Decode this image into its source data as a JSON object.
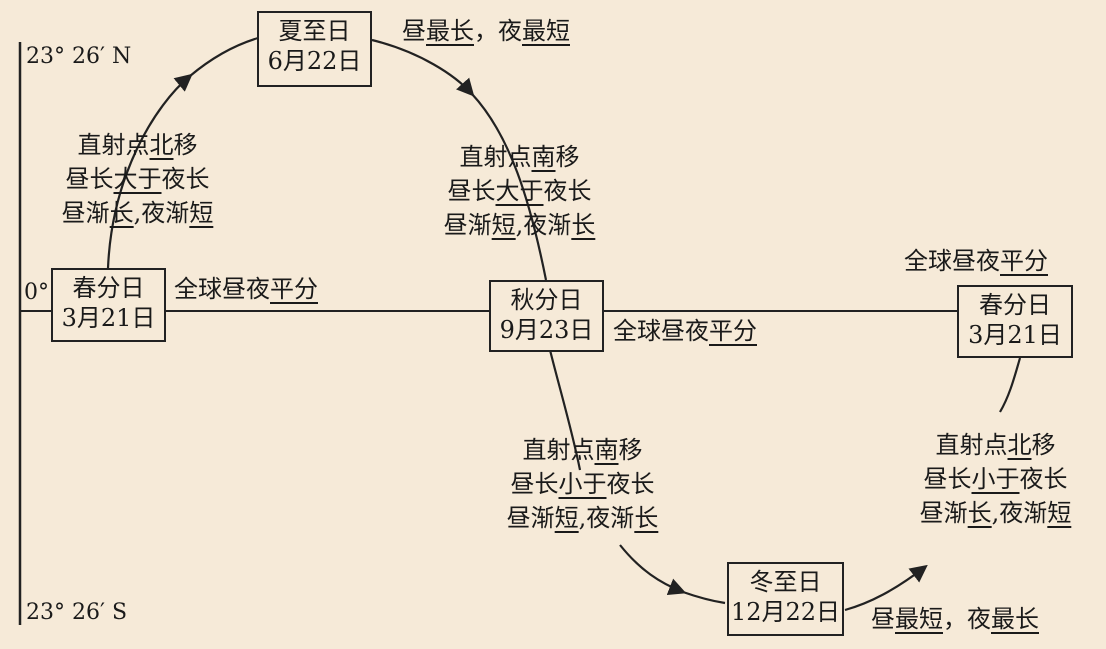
{
  "lat_labels": {
    "north": "23° 26′ N",
    "equator": "0°",
    "south": "23° 26′ S"
  },
  "nodes": {
    "spring_left": {
      "name": "春分日",
      "date": "3月21日"
    },
    "summer": {
      "name": "夏至日",
      "date": "6月22日"
    },
    "autumn": {
      "name": "秋分日",
      "date": "9月23日"
    },
    "winter": {
      "name": "冬至日",
      "date": "12月22日"
    },
    "spring_right": {
      "name": "春分日",
      "date": "3月21日"
    }
  },
  "phases": {
    "spring_to_summer": [
      [
        [
          "直射点",
          false
        ],
        [
          "北",
          true
        ],
        [
          "移",
          false
        ]
      ],
      [
        [
          "昼长",
          false
        ],
        [
          "大于",
          true
        ],
        [
          "夜长",
          false
        ]
      ],
      [
        [
          "昼渐",
          false
        ],
        [
          "长",
          true
        ],
        [
          ",夜渐",
          false
        ],
        [
          "短",
          true
        ]
      ]
    ],
    "summer_to_autumn": [
      [
        [
          "直射点",
          false
        ],
        [
          "南",
          true
        ],
        [
          "移",
          false
        ]
      ],
      [
        [
          "昼长",
          false
        ],
        [
          "大于",
          true
        ],
        [
          "夜长",
          false
        ]
      ],
      [
        [
          "昼渐",
          false
        ],
        [
          "短",
          true
        ],
        [
          ",夜渐",
          false
        ],
        [
          "长",
          true
        ]
      ]
    ],
    "autumn_to_winter": [
      [
        [
          "直射点",
          false
        ],
        [
          "南",
          true
        ],
        [
          "移",
          false
        ]
      ],
      [
        [
          "昼长",
          false
        ],
        [
          "小于",
          true
        ],
        [
          "夜长",
          false
        ]
      ],
      [
        [
          "昼渐",
          false
        ],
        [
          "短",
          true
        ],
        [
          ",夜渐",
          false
        ],
        [
          "长",
          true
        ]
      ]
    ],
    "winter_to_spring": [
      [
        [
          "直射点",
          false
        ],
        [
          "北",
          true
        ],
        [
          "移",
          false
        ]
      ],
      [
        [
          "昼长",
          false
        ],
        [
          "小于",
          true
        ],
        [
          "夜长",
          false
        ]
      ],
      [
        [
          "昼渐",
          false
        ],
        [
          "长",
          true
        ],
        [
          ",夜渐",
          false
        ],
        [
          "短",
          true
        ]
      ]
    ]
  },
  "notes": {
    "summer": [
      [
        "昼",
        false
      ],
      [
        "最长",
        true
      ],
      [
        "，夜",
        false
      ],
      [
        "最短",
        true
      ]
    ],
    "winter": [
      [
        "昼",
        false
      ],
      [
        "最短",
        true
      ],
      [
        "，夜",
        false
      ],
      [
        "最长",
        true
      ]
    ],
    "spring_left": [
      [
        "全球昼夜",
        false
      ],
      [
        "平分",
        true
      ]
    ],
    "autumn": [
      [
        "全球昼夜",
        false
      ],
      [
        "平分",
        true
      ]
    ],
    "spring_right": [
      [
        "全球昼夜",
        false
      ],
      [
        "平分",
        true
      ]
    ]
  }
}
